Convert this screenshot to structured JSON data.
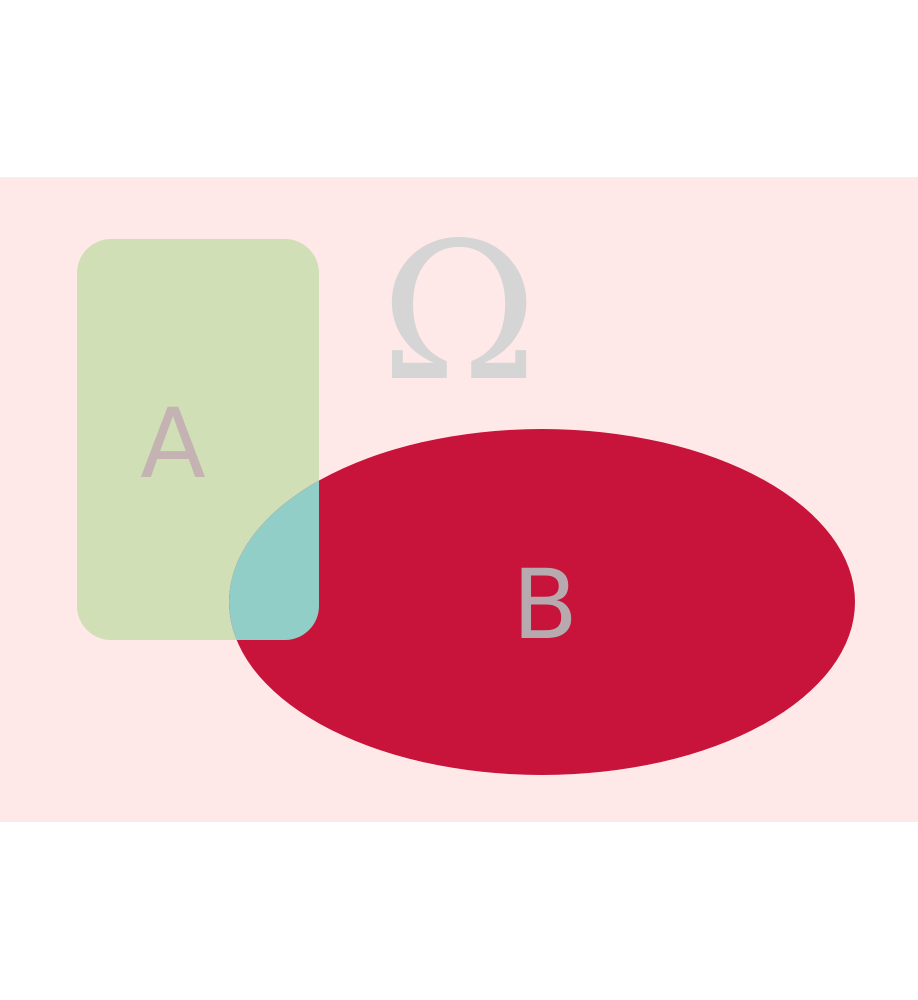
{
  "diagram": {
    "universe": {
      "label": "Ω",
      "fill": "#ffe9e8",
      "label_color": "#d6d5d6"
    },
    "set_a": {
      "label": "A",
      "fill": "#d0dfb6",
      "label_color": "#c5b3b3"
    },
    "set_b": {
      "label": "B",
      "fill": "#c8133a",
      "label_color": "#b7aaaf"
    },
    "intersection": {
      "fill": "#92cec8"
    }
  }
}
